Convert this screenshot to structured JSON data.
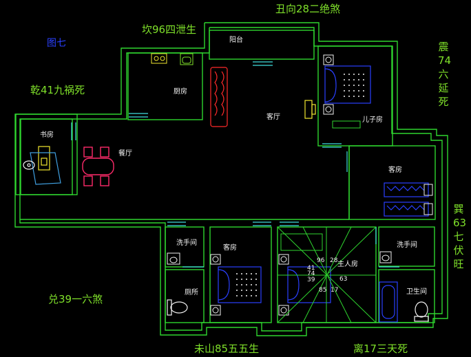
{
  "figure_label": "图七",
  "directions": {
    "top": "丑向28二绝煞",
    "top_left": "坎96四泄生",
    "left_upper": "乾41九祸死",
    "left_lower": "兑39一六煞",
    "right_upper": "震74六延死",
    "right_lower": "巽63七伏旺",
    "bottom_left": "未山85五五生",
    "bottom_right": "离17三天死"
  },
  "rooms": {
    "balcony": "阳台",
    "kitchen": "厨房",
    "study": "书房",
    "dining": "餐厅",
    "living": "客厅",
    "son_room": "儿子房",
    "guest_room_right": "客房",
    "washroom_left": "洗手间",
    "toilet": "厕所",
    "guest_room_bottom": "客房",
    "master_room": "主人房",
    "washroom_right": "洗手间",
    "bathroom": "卫生间"
  },
  "compass_numbers": [
    "96",
    "28",
    "41",
    "63",
    "39",
    "85",
    "17",
    "74"
  ],
  "colors": {
    "walls": "#2fd62f",
    "text_direction": "#7fe02a",
    "text_room": "#f2f2f2",
    "furniture": "#2a40ff",
    "chairs": "#ff2a6a",
    "sofa": "#ff2a2a",
    "yellow": "#f2e830",
    "cyan": "#40e0e0"
  }
}
